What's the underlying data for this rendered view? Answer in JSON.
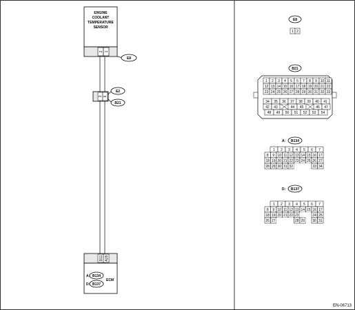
{
  "sensor": {
    "title_lines": [
      "ENGINE",
      "COOLANT",
      "TEMPERATURE",
      "SENSOR"
    ],
    "connector": "E8",
    "pins": [
      "2",
      "1"
    ]
  },
  "joint": {
    "connector_e": "E2",
    "connector_b": "B21",
    "pins": [
      "3",
      "6"
    ]
  },
  "ecm": {
    "label": "ECM",
    "pins": [
      "D11",
      "A29"
    ],
    "connectors": [
      {
        "prefix": "A:",
        "name": "B134"
      },
      {
        "prefix": "D:",
        "name": "B137"
      }
    ]
  },
  "panel_e8": {
    "connector": "E8",
    "pins": [
      "1",
      "2"
    ]
  },
  "panel_b21": {
    "connector": "B21",
    "rows_top": [
      [
        "1",
        "2",
        "3",
        "4",
        "5",
        "6",
        "7",
        "8",
        "9",
        "10",
        "11"
      ],
      [
        "12",
        "13",
        "14",
        "15",
        "16",
        "17",
        "18",
        "19",
        "20",
        "21",
        "22"
      ],
      [
        "23",
        "24",
        "25",
        "26",
        "27",
        "28",
        "29",
        "30",
        "31",
        "32",
        "33"
      ]
    ],
    "rows_bottom": [
      [
        "34",
        "35",
        "36",
        "37",
        "38",
        "39",
        "40",
        "41"
      ],
      [
        "42",
        "43",
        "44",
        "45",
        "46",
        "47"
      ],
      [
        "48",
        "49",
        "50",
        "51",
        "52",
        "53",
        "54"
      ]
    ]
  },
  "panel_b134": {
    "prefix": "A:",
    "connector": "B134",
    "rows": [
      [
        "1",
        "2",
        "3",
        "4",
        "5",
        "6",
        "7"
      ],
      [
        "8",
        "9",
        "10",
        "11",
        "12",
        "13",
        "14",
        "15",
        "16",
        "17"
      ],
      [
        "18",
        "19",
        "20",
        "21",
        "22",
        "23",
        "24",
        "25",
        "26",
        "27"
      ],
      [
        "28",
        "29",
        "30",
        "31",
        "32",
        "",
        "",
        "",
        "33",
        "34"
      ]
    ]
  },
  "panel_b137": {
    "prefix": "D:",
    "connector": "B137",
    "rows": [
      [
        "1",
        "2",
        "3",
        "4",
        "5",
        "6",
        "7"
      ],
      [
        "8",
        "9",
        "10",
        "11",
        "12",
        "13",
        "14",
        "15",
        "16",
        "17"
      ],
      [
        "18",
        "19",
        "20",
        "21",
        "22",
        "23",
        "",
        "",
        "24",
        "25"
      ],
      [
        "26",
        "27",
        "",
        "",
        "",
        "28",
        "29",
        "",
        "30",
        "31"
      ]
    ]
  },
  "footer_code": "EN-06713"
}
